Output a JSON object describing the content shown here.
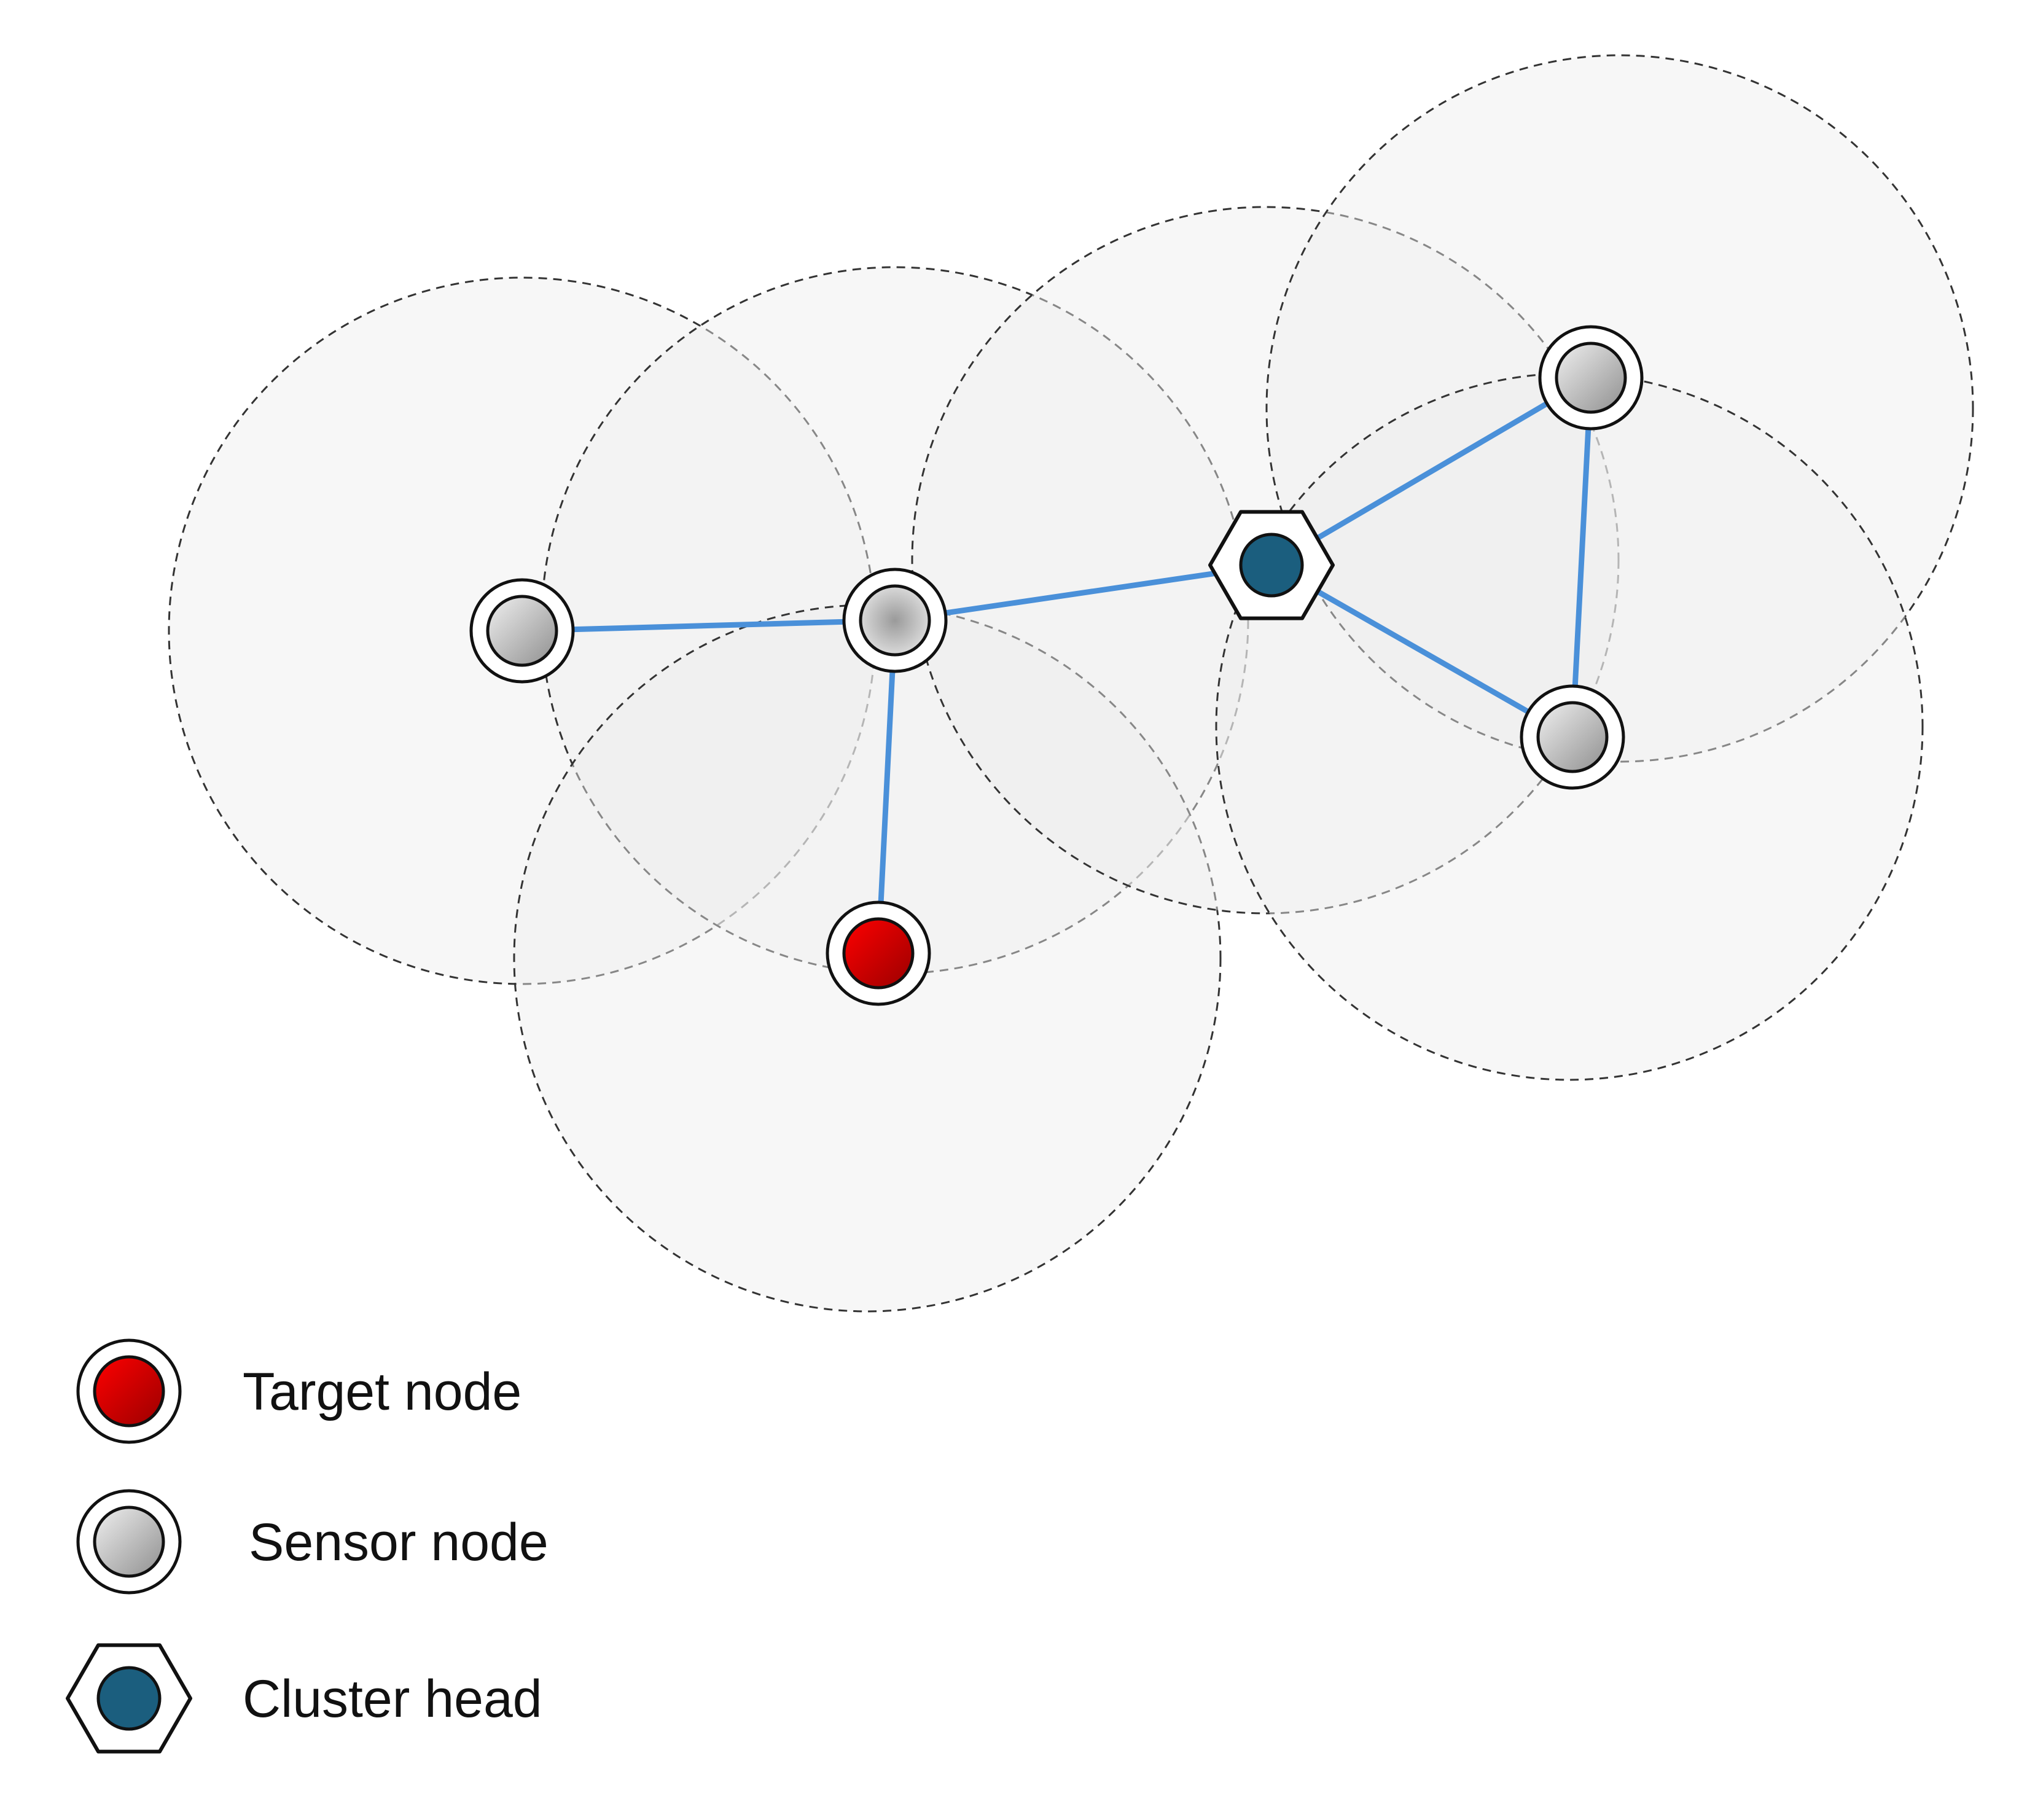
{
  "diagram": {
    "colors": {
      "link": "#4a90d9",
      "range_fill": "#eeeeee",
      "range_stroke": "#333333",
      "target_fill": "#cc0000",
      "sensor_fill": "#bdbdbd",
      "cluster_head_fill": "#1b5e7e",
      "outline": "#111111"
    },
    "node_types": {
      "target": {
        "icon": "red-circle-node-icon"
      },
      "sensor": {
        "icon": "gray-circle-node-icon"
      },
      "cluster_head": {
        "icon": "teal-hexagon-node-icon"
      }
    },
    "nodes": [
      {
        "id": "s1",
        "type": "sensor"
      },
      {
        "id": "s2",
        "type": "sensor"
      },
      {
        "id": "t1",
        "type": "target"
      },
      {
        "id": "ch",
        "type": "cluster_head"
      },
      {
        "id": "s3",
        "type": "sensor"
      },
      {
        "id": "s4",
        "type": "sensor"
      }
    ],
    "links": [
      [
        "s1",
        "s2"
      ],
      [
        "s2",
        "t1"
      ],
      [
        "s2",
        "ch"
      ],
      [
        "ch",
        "s3"
      ],
      [
        "ch",
        "s4"
      ],
      [
        "s3",
        "s4"
      ]
    ]
  },
  "legend": {
    "items": [
      {
        "type": "target",
        "label": "Target node"
      },
      {
        "type": "sensor",
        "label": "Sensor node"
      },
      {
        "type": "cluster_head",
        "label": "Cluster head"
      }
    ]
  }
}
